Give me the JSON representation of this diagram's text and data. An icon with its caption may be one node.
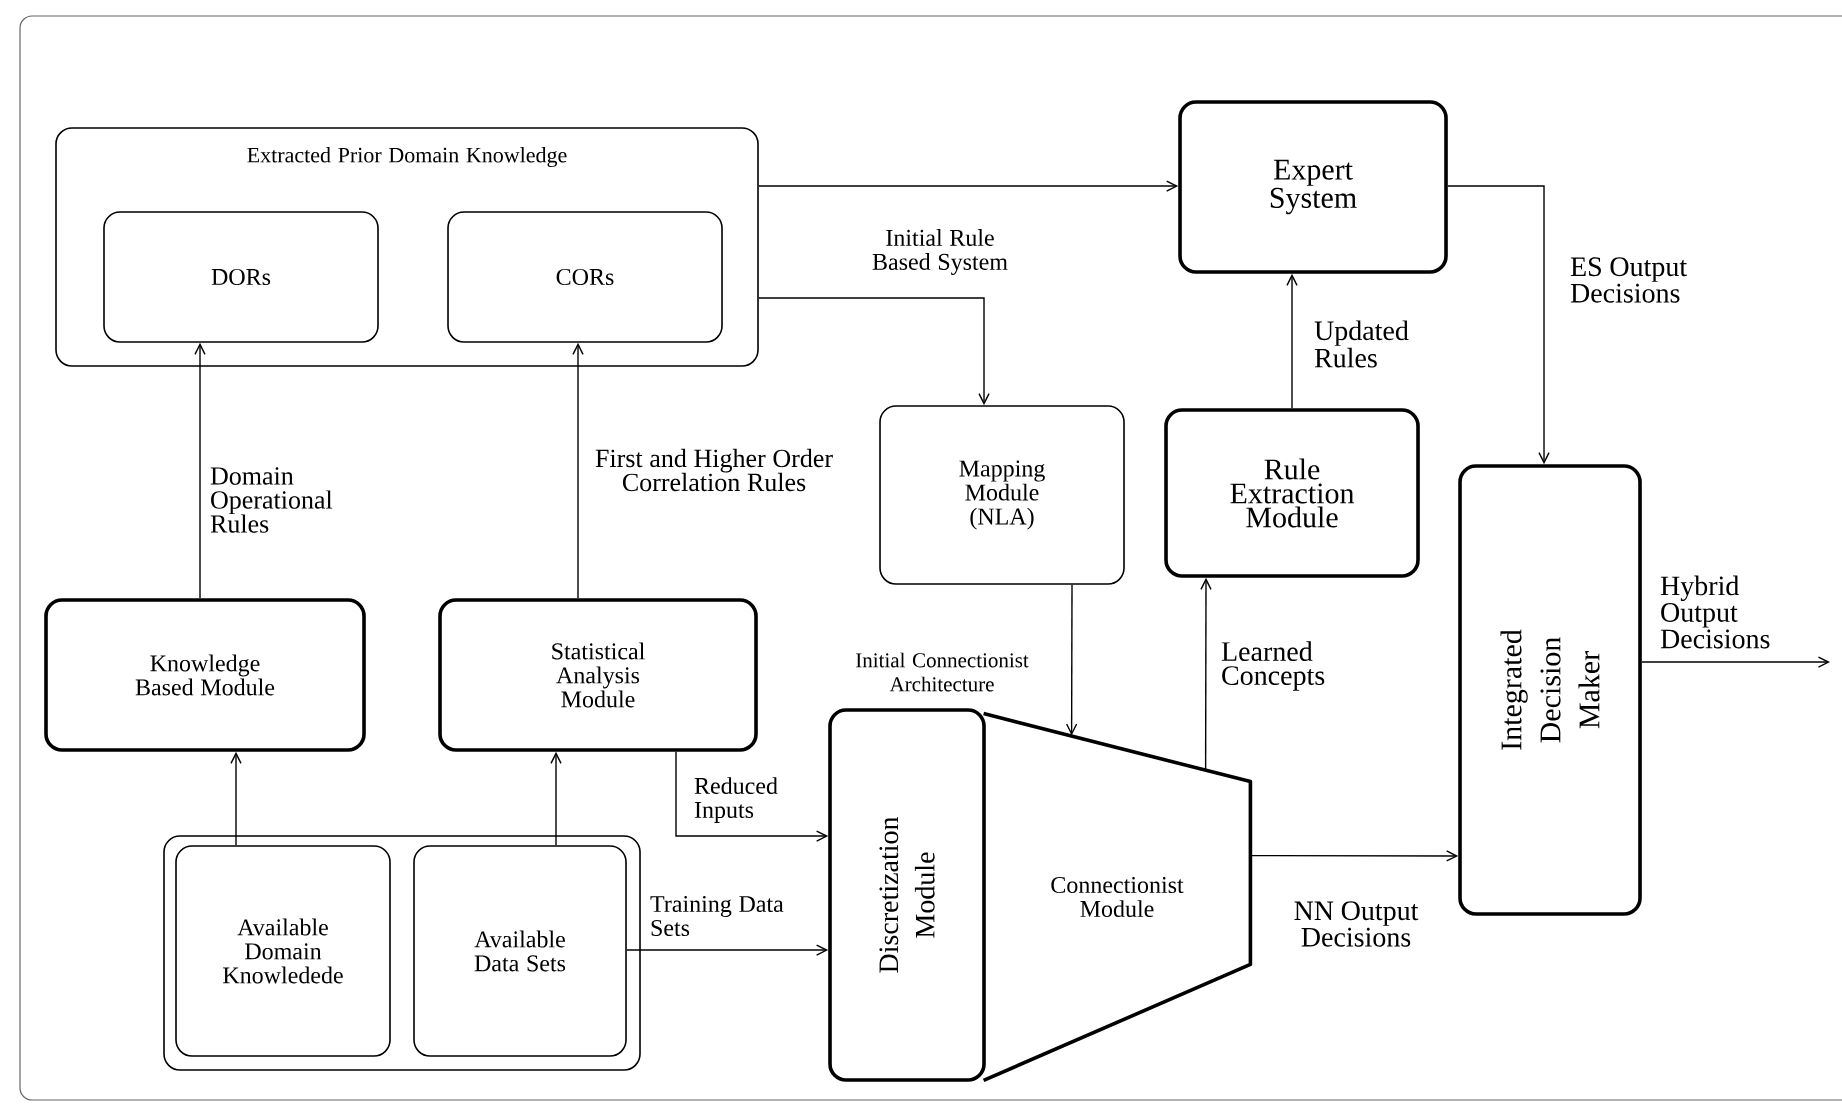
{
  "diagram": {
    "nodes": [
      {
        "text": [
          "Extracted Prior Domain Knowledge"
        ]
      },
      {
        "text": [
          "DORs"
        ],
        "in": 0
      },
      {
        "text": [
          "CORs"
        ],
        "in": 0
      },
      {
        "text": [
          "Expert System"
        ]
      },
      {
        "text": [
          "Mapping Module (NLA)"
        ]
      },
      {
        "text": [
          "Rule Extraction Module"
        ]
      },
      {
        "text": [
          "Knowledge Based Module"
        ]
      },
      {
        "text": [
          "Statistical Analysis Module"
        ]
      },
      {
        "text": [
          "Integrated Decision Maker"
        ]
      },
      {
        "text": [],
        "shape": "box"
      },
      {
        "text": [
          "Available Domain Knowledede"
        ],
        "in": 9
      },
      {
        "text": [
          "Available Data Sets"
        ],
        "in": 9
      },
      {
        "text": [
          "Discretization Module"
        ]
      },
      {
        "text": [
          "Connectionist Module"
        ]
      }
    ],
    "edges": [
      {
        "from": 0,
        "to": 3,
        "arrow": "to"
      },
      {
        "from": 0,
        "to": 4,
        "arrow": "to",
        "label": "Initial Rule Based System"
      },
      {
        "from": 6,
        "to": 1,
        "arrow": "to",
        "label": "Domain Operational Rules"
      },
      {
        "from": 7,
        "to": 2,
        "arrow": "to",
        "label": "First and Higher Order Correlation Rules"
      },
      {
        "from": 4,
        "to": 13,
        "arrow": "to",
        "label": "Initial Connectionist Architecture"
      },
      {
        "from": 13,
        "to": 5,
        "arrow": "to",
        "label": "Learned Concepts"
      },
      {
        "from": 5,
        "to": 3,
        "arrow": "to",
        "label": "Updated Rules"
      },
      {
        "from": 3,
        "to": 8,
        "arrow": "to",
        "label": "ES Output Decisions"
      },
      {
        "from": 13,
        "to": 8,
        "arrow": "to",
        "label": "NN Output Decisions"
      },
      {
        "from": 8,
        "to": null,
        "arrow": "to",
        "label": "Hybrid Output Decisions"
      },
      {
        "from": 10,
        "to": 6,
        "arrow": "to"
      },
      {
        "from": 11,
        "to": 7,
        "arrow": "to"
      },
      {
        "from": 7,
        "to": 12,
        "arrow": "to",
        "label": "Reduced Inputs"
      },
      {
        "from": 11,
        "to": 12,
        "arrow": "to",
        "label": "Training Data Sets"
      }
    ]
  }
}
